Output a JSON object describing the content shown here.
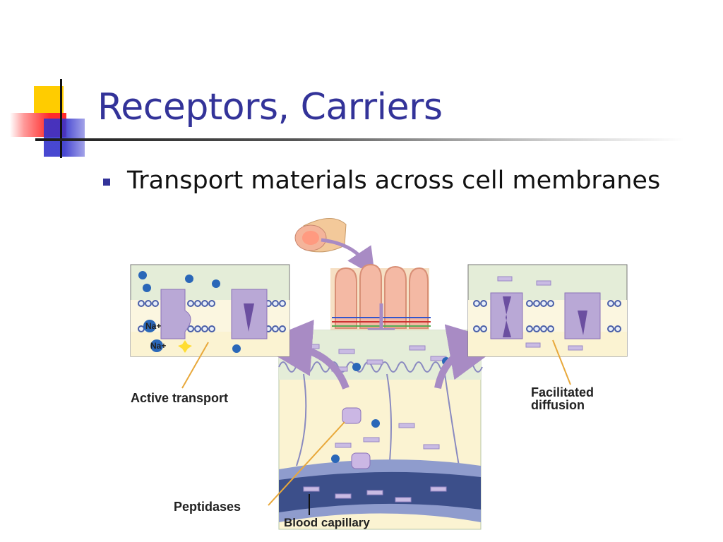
{
  "slide": {
    "title": "Receptors, Carriers",
    "bullets": [
      {
        "text": "Transport materials across cell membranes"
      }
    ]
  },
  "figure": {
    "labels": {
      "active_transport": "Active transport",
      "facilitated_line1": "Facilitated",
      "facilitated_line2": "diffusion",
      "peptidases": "Peptidases",
      "blood_capillary": "Blood capillary",
      "na_plus_1": "Na+",
      "na_plus_2": "Na+"
    }
  },
  "colors": {
    "title": "#333399",
    "bullet": "#333399",
    "accent_yellow": "#ffcc00",
    "accent_red": "#ff3333",
    "accent_blue": "#4444cc",
    "protein": "#b9a8d6",
    "arrow": "#a88bc4"
  }
}
